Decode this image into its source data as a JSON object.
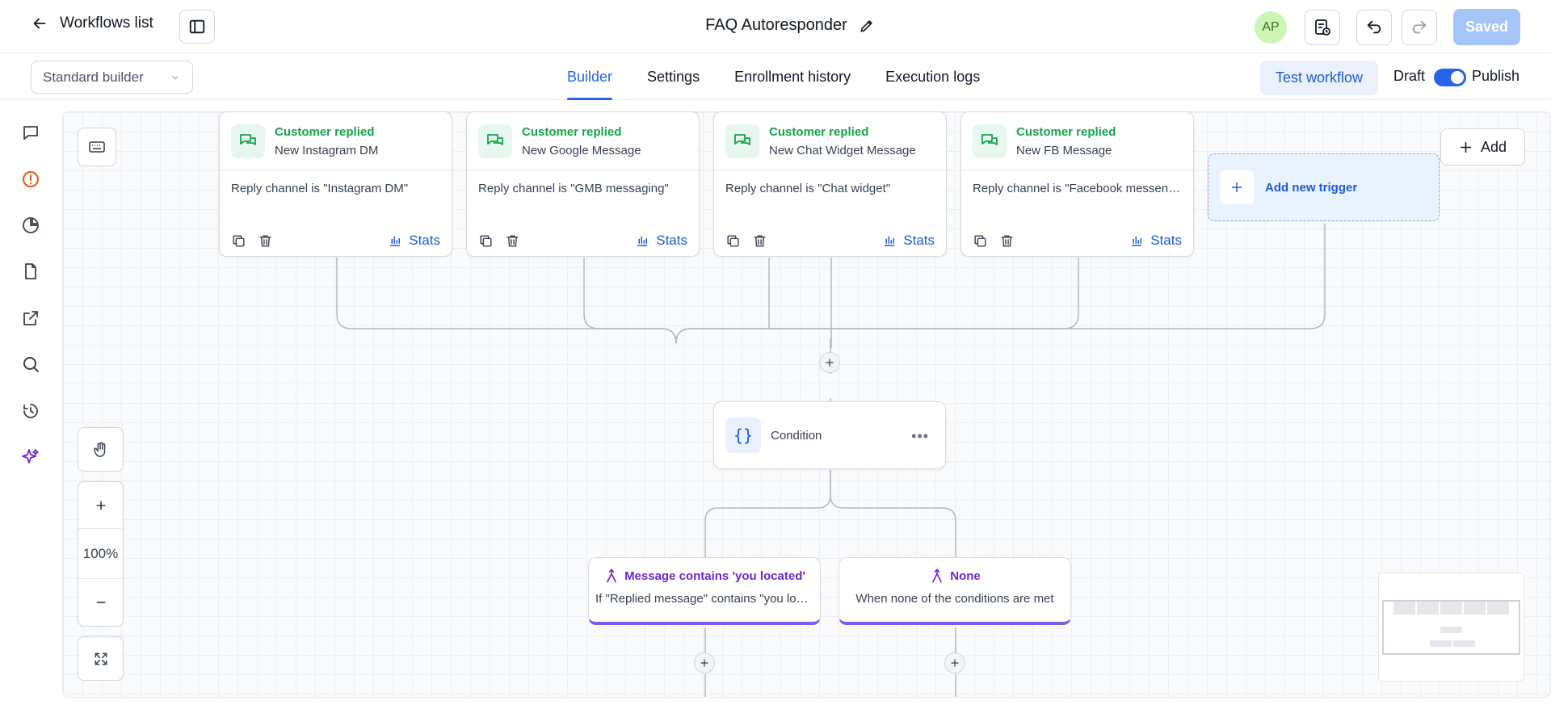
{
  "header": {
    "back_label": "Workflows list",
    "workflow_title": "FAQ Autoresponder",
    "avatar_initials": "AP",
    "saved_label": "Saved"
  },
  "subbar": {
    "builder_mode": "Standard builder",
    "tabs": [
      {
        "label": "Builder",
        "active": true
      },
      {
        "label": "Settings",
        "active": false
      },
      {
        "label": "Enrollment history",
        "active": false
      },
      {
        "label": "Execution logs",
        "active": false
      }
    ],
    "test_label": "Test workflow",
    "draft_label": "Draft",
    "publish_label": "Publish",
    "published": true
  },
  "canvas": {
    "zoom": "100%",
    "add_label": "Add",
    "add_trigger_label": "Add new trigger",
    "triggers": [
      {
        "title": "Customer replied",
        "subtitle": "New Instagram DM",
        "condition": "Reply channel is \"Instagram DM\"",
        "stats_label": "Stats"
      },
      {
        "title": "Customer replied",
        "subtitle": "New Google Message",
        "condition": "Reply channel is \"GMB messaging\"",
        "stats_label": "Stats"
      },
      {
        "title": "Customer replied",
        "subtitle": "New Chat Widget Message",
        "condition": "Reply channel is \"Chat widget\"",
        "stats_label": "Stats"
      },
      {
        "title": "Customer replied",
        "subtitle": "New FB Message",
        "condition": "Reply channel is \"Facebook messenger\"",
        "stats_label": "Stats"
      }
    ],
    "condition_node": {
      "label": "Condition",
      "icon": "{}"
    },
    "branches": [
      {
        "title": "Message contains 'you located'",
        "description": "If \"Replied message\" contains \"you located\""
      },
      {
        "title": "None",
        "description": "When none of the conditions are met"
      }
    ]
  },
  "colors": {
    "accent": "#2563eb",
    "trigger_green": "#16a34a",
    "branch_purple": "#7c5ce8",
    "orange_icon": "#ea580c"
  }
}
